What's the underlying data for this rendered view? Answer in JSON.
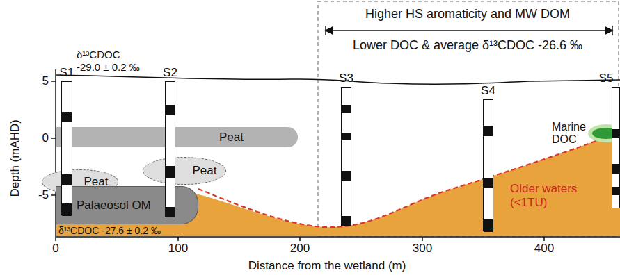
{
  "diagram": {
    "nodes": [
      {
        "text": [
          "S1"
        ]
      },
      {
        "text": [
          "S2"
        ]
      },
      {
        "text": [
          "S3"
        ]
      },
      {
        "text": [
          "S4"
        ]
      },
      {
        "text": [
          "S5"
        ]
      },
      {
        "text": [
          "Peat"
        ]
      },
      {
        "text": [
          "Peat"
        ]
      },
      {
        "text": [
          "Peat"
        ]
      },
      {
        "text": [
          "Palaeosol OM"
        ]
      },
      {
        "text": [
          "Marine DOC"
        ]
      },
      {
        "text": [
          "Older waters (<1TU)"
        ]
      }
    ],
    "labels": [
      "5",
      "0",
      "-5",
      "0",
      "100",
      "200",
      "300",
      "400",
      "Depth (mAHD)",
      "Distance from the wetland (m)",
      "Higher HS aromaticity and MW DOM",
      "Lower DOC & average δ¹³CDOC -26.6 ‰",
      "δ¹³CDOC -29.0 ± 0.2 ‰",
      "δ¹³CDOC -27.6 ± 0.2 ‰"
    ]
  }
}
